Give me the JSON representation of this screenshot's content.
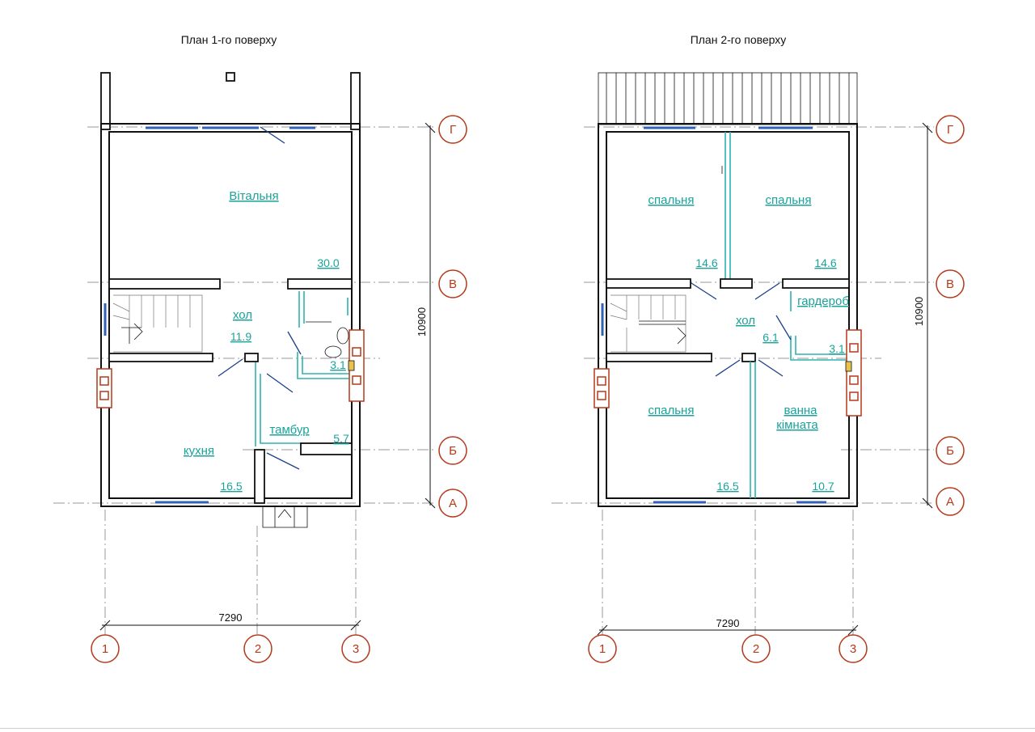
{
  "floor1": {
    "title": "План 1-го поверху",
    "rooms": {
      "living": {
        "name": "Вітальня",
        "area": "30.0"
      },
      "hall": {
        "name": "хол",
        "area": "11.9"
      },
      "wc_area": "3.1",
      "kitchen": {
        "name": "кухня",
        "area": "16.5"
      },
      "vestibule": {
        "name": "тамбур",
        "area": "5.7"
      }
    },
    "dim_width": "7290",
    "dim_height": "10900"
  },
  "floor2": {
    "title": "План 2-го поверху",
    "rooms": {
      "bedroom_nw": {
        "name": "спальня",
        "area": "14.6"
      },
      "bedroom_ne": {
        "name": "спальня",
        "area": "14.6"
      },
      "wardrobe": {
        "name": "гардероб"
      },
      "hall": {
        "name": "хол",
        "area": "6.1"
      },
      "wc_area": "3.1",
      "bedroom_sw": {
        "name": "спальня",
        "area": "16.5"
      },
      "bathroom": {
        "name_line1": "ванна",
        "name_line2": "кімната",
        "area": "10.7"
      }
    },
    "dim_width": "7290",
    "dim_height": "10900"
  },
  "axes": {
    "rows": [
      "Г",
      "В",
      "Б",
      "А"
    ],
    "cols": [
      "1",
      "2",
      "3"
    ]
  }
}
